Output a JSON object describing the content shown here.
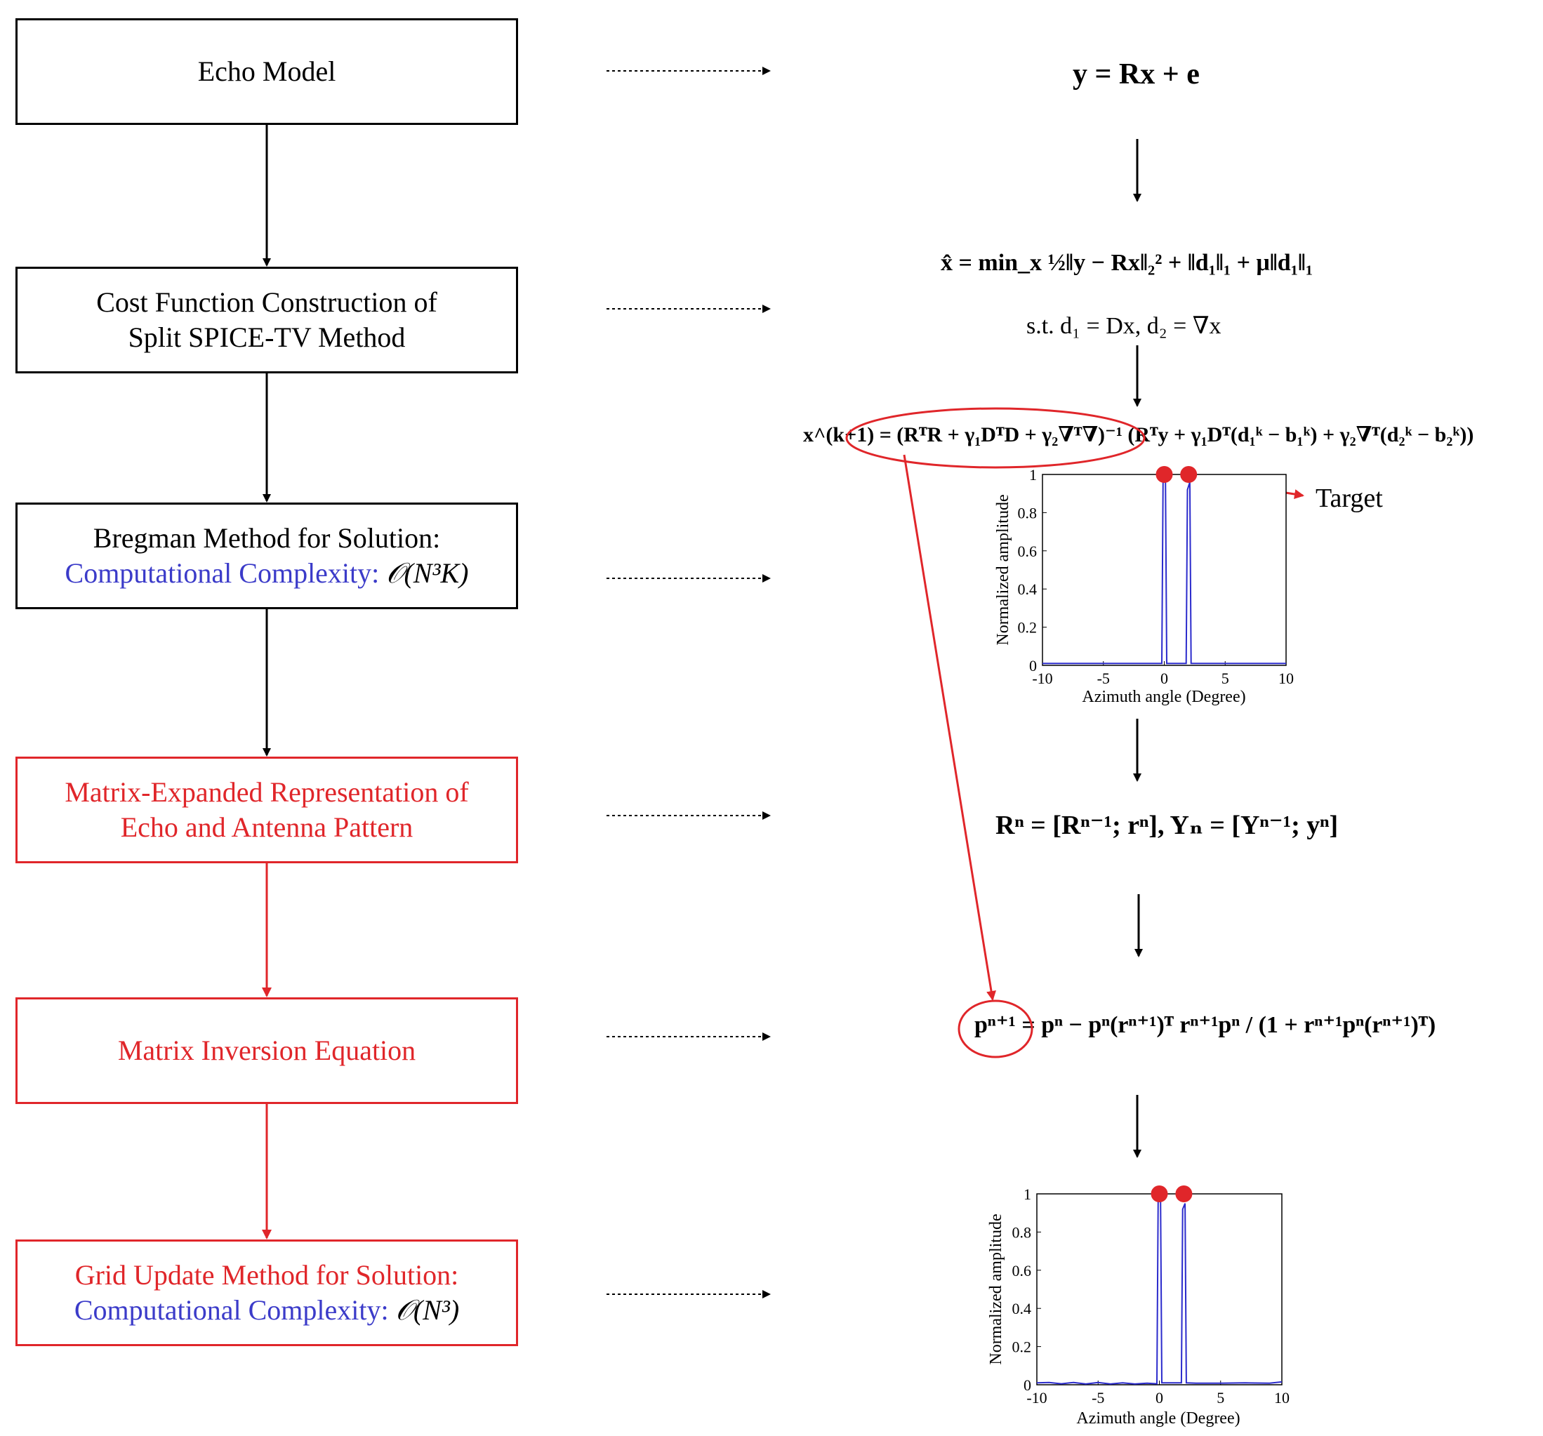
{
  "flow": {
    "step1": {
      "title": "Echo Model"
    },
    "step2": {
      "line1": "Cost Function Construction of",
      "line2": "Split SPICE-TV Method"
    },
    "step3": {
      "line1": "Bregman Method for Solution:",
      "label": "Computational Complexity:",
      "complexity": "𝒪(N³K)"
    },
    "step4": {
      "line1": "Matrix-Expanded Representation of",
      "line2": "Echo and Antenna Pattern"
    },
    "step5": {
      "title": "Matrix Inversion Equation"
    },
    "step6": {
      "line1": "Grid Update Method for Solution:",
      "label": "Computational Complexity:",
      "complexity": "𝒪(N³)"
    }
  },
  "equations": {
    "echo": "y = Rx + e",
    "cost_line1": "x̂ = min_x ½‖y − Rx‖₂² + ‖d₁‖₁ + μ‖d₁‖₁",
    "cost_line2": "s.t. d₁ = Dx, d₂ = ∇x",
    "bregman": "x^(k+1) = (RᵀR + γ₁DᵀD + γ₂∇ᵀ∇)⁻¹ (Rᵀy + γ₁Dᵀ(d₁ᵏ − b₁ᵏ) + γ₂∇ᵀ(d₂ᵏ − b₂ᵏ))",
    "expanded": "Rⁿ = [Rⁿ⁻¹; rⁿ], Yₙ = [Yⁿ⁻¹; yⁿ]",
    "inversion": "pⁿ⁺¹ = pⁿ − pⁿ(rⁿ⁺¹)ᵀ rⁿ⁺¹pⁿ / (1 + rⁿ⁺¹pⁿ(rⁿ⁺¹)ᵀ)"
  },
  "annotation": {
    "target": "Target"
  },
  "colors": {
    "red": "#e0262a",
    "blue": "#3b3bc9",
    "plot_line": "#2b2bcc"
  },
  "chart_data": [
    {
      "type": "line",
      "xlabel": "Azimuth angle (Degree)",
      "ylabel": "Normalized amplitude",
      "xlim": [
        -10,
        10
      ],
      "ylim": [
        0,
        1
      ],
      "xticks": [
        "-10",
        "-5",
        "0",
        "5",
        "10"
      ],
      "yticks": [
        "0",
        "0.2",
        "0.4",
        "0.6",
        "0.8",
        "1"
      ],
      "series": [
        {
          "x": [
            -10,
            -1,
            -0.2,
            -0.1,
            0,
            0.1,
            0.2,
            1,
            1.8,
            1.9,
            2.1,
            2.2,
            10
          ],
          "values": [
            0.01,
            0.01,
            0.01,
            0.97,
            1.0,
            0.97,
            0.01,
            0.01,
            0.01,
            0.92,
            0.96,
            0.01,
            0.01
          ]
        }
      ],
      "markers_x": [
        0,
        2
      ]
    },
    {
      "type": "line",
      "xlabel": "Azimuth angle (Degree)",
      "ylabel": "Normalized amplitude",
      "xlim": [
        -10,
        10
      ],
      "ylim": [
        0,
        1
      ],
      "xticks": [
        "-10",
        "-5",
        "0",
        "5",
        "10"
      ],
      "yticks": [
        "0",
        "0.2",
        "0.4",
        "0.6",
        "0.8",
        "1"
      ],
      "series": [
        {
          "x": [
            -10,
            -9,
            -8,
            -7,
            -6,
            -5,
            -4,
            -3,
            -2,
            -1,
            -0.2,
            -0.1,
            0,
            0.1,
            0.2,
            1,
            1.8,
            1.9,
            2.1,
            2.2,
            3,
            5,
            7,
            9,
            10
          ],
          "values": [
            0.01,
            0.012,
            0.005,
            0.012,
            0.004,
            0.012,
            0.004,
            0.01,
            0.004,
            0.008,
            0.005,
            0.97,
            1.0,
            0.97,
            0.01,
            0.01,
            0.01,
            0.92,
            0.95,
            0.01,
            0.008,
            0.008,
            0.01,
            0.008,
            0.015
          ]
        }
      ],
      "markers_x": [
        0,
        2
      ]
    }
  ]
}
